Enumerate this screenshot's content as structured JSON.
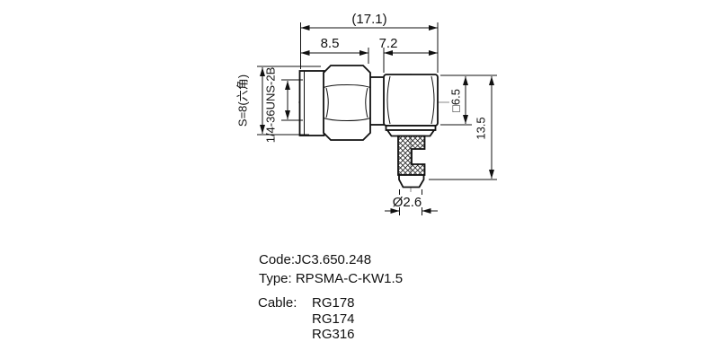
{
  "drawing": {
    "dimensions": {
      "overall_length": "(17.1)",
      "front_length": "8.5",
      "side_length": "7.2",
      "hex_across_flats": "S=8(六角)",
      "thread_spec": "1/4-36UNS-2B",
      "body_square": "□6.5",
      "overall_height": "13.5",
      "crimp_diameter": "Ø2.6"
    },
    "colors": {
      "line": "#111111",
      "centerline": "#8a8a8a",
      "background": "#ffffff"
    }
  },
  "info": {
    "code": "Code:JC3.650.248",
    "type": "Type: RPSMA-C-KW1.5",
    "cable_label": "Cable:",
    "cables": [
      "RG178",
      "RG174",
      "RG316"
    ]
  }
}
